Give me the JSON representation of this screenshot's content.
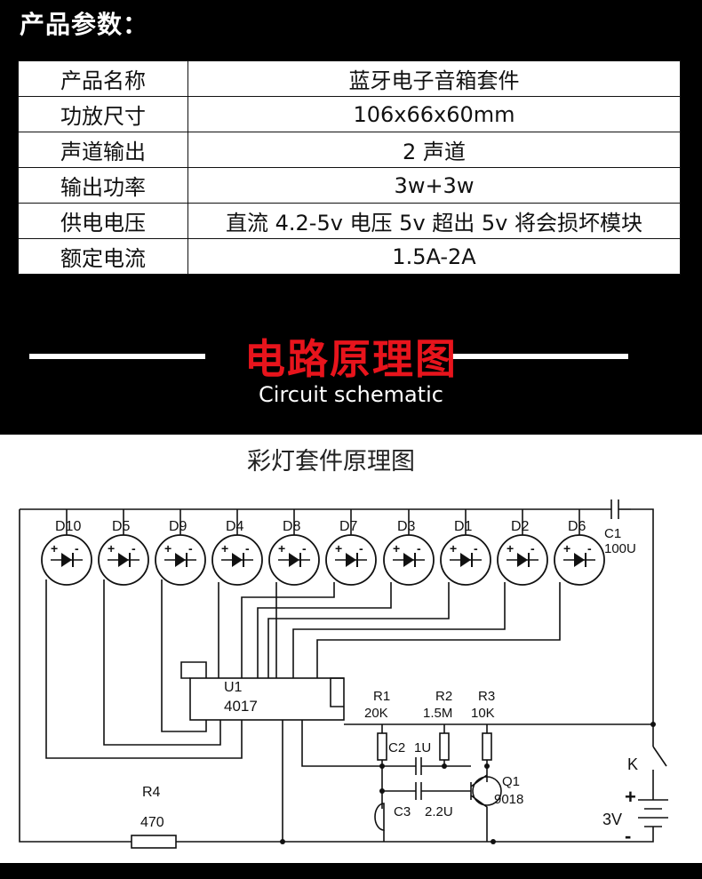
{
  "params": {
    "title": "产品参数：",
    "rows": [
      {
        "key": "产品名称",
        "value": "蓝牙电子音箱套件"
      },
      {
        "key": "功放尺寸",
        "value": "106x66x60mm"
      },
      {
        "key": "声道输出",
        "value": "2 声道"
      },
      {
        "key": "输出功率",
        "value": "3w+3w"
      },
      {
        "key": "供电电压",
        "value": "直流 4.2-5v 电压 5v 超出 5v 将会损坏模块"
      },
      {
        "key": "额定电流",
        "value": "1.5A-2A"
      }
    ]
  },
  "section": {
    "title": "电路原理图",
    "subtitle": "Circuit schematic"
  },
  "schematic": {
    "caption": "彩灯套件原理图",
    "leds": [
      "D10",
      "D5",
      "D9",
      "D4",
      "D8",
      "D7",
      "D3",
      "D1",
      "D2",
      "D6"
    ],
    "led_polarity": {
      "plus": "+",
      "minus": "-"
    },
    "ic": {
      "ref": "U1",
      "part": "4017"
    },
    "c1": {
      "ref": "C1",
      "value": "100U"
    },
    "resistors": [
      {
        "ref": "R1",
        "value": "20K"
      },
      {
        "ref": "R2",
        "value": "1.5M"
      },
      {
        "ref": "R3",
        "value": "10K"
      }
    ],
    "c2": {
      "ref": "C2",
      "value": "1U"
    },
    "c3": {
      "ref": "C3",
      "value": "2.2U"
    },
    "q1": {
      "ref": "Q1",
      "part": "9018"
    },
    "switch": {
      "ref": "K"
    },
    "battery": {
      "value": "3V",
      "plus": "+",
      "minus": "-"
    },
    "r4": {
      "ref": "R4",
      "value": "470"
    }
  },
  "colors": {
    "accent": "#e8141c",
    "background": "#000000",
    "panel": "#ffffff"
  }
}
